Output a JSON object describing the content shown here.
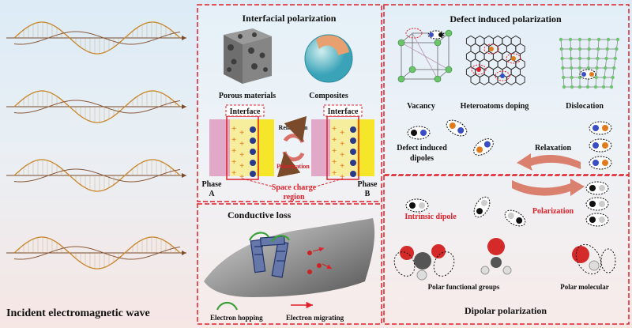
{
  "left": {
    "title": "Incident electromagnetic wave"
  },
  "interfacial": {
    "title": "Interfacial polarization",
    "porous_label": "Porous materials",
    "composites_label": "Composites",
    "interface_left": "Interface",
    "interface_right": "Interface",
    "relaxation": "Relaxation",
    "polarization": "Polarization",
    "phase_a_line1": "Phase",
    "phase_a_line2": "A",
    "phase_b_line1": "Phase",
    "phase_b_line2": "B",
    "space_charge_line1": "Space charge",
    "space_charge_line2": "region"
  },
  "conductive": {
    "title": "Conductive loss",
    "hopping": "Electron hopping",
    "migrating": "Electron migrating"
  },
  "defect": {
    "title": "Defect induced polarization",
    "vacancy": "Vacancy",
    "heteroatoms": "Heteroatoms doping",
    "dislocation": "Dislocation",
    "dipoles_line1": "Defect induced",
    "dipoles_line2": "dipoles",
    "relaxation": "Relaxation"
  },
  "dipolar": {
    "intrinsic": "Intrinsic dipole",
    "polarization": "Polarization",
    "functional": "Polar functional groups",
    "molecular": "Polar molecular",
    "title": "Dipolar polarization"
  },
  "colors": {
    "frame": "#e0202a",
    "wave": "#c8862a",
    "phase_a": "#e2a8c8",
    "phase_b": "#f5e62a",
    "arrow": "#d9706a"
  }
}
